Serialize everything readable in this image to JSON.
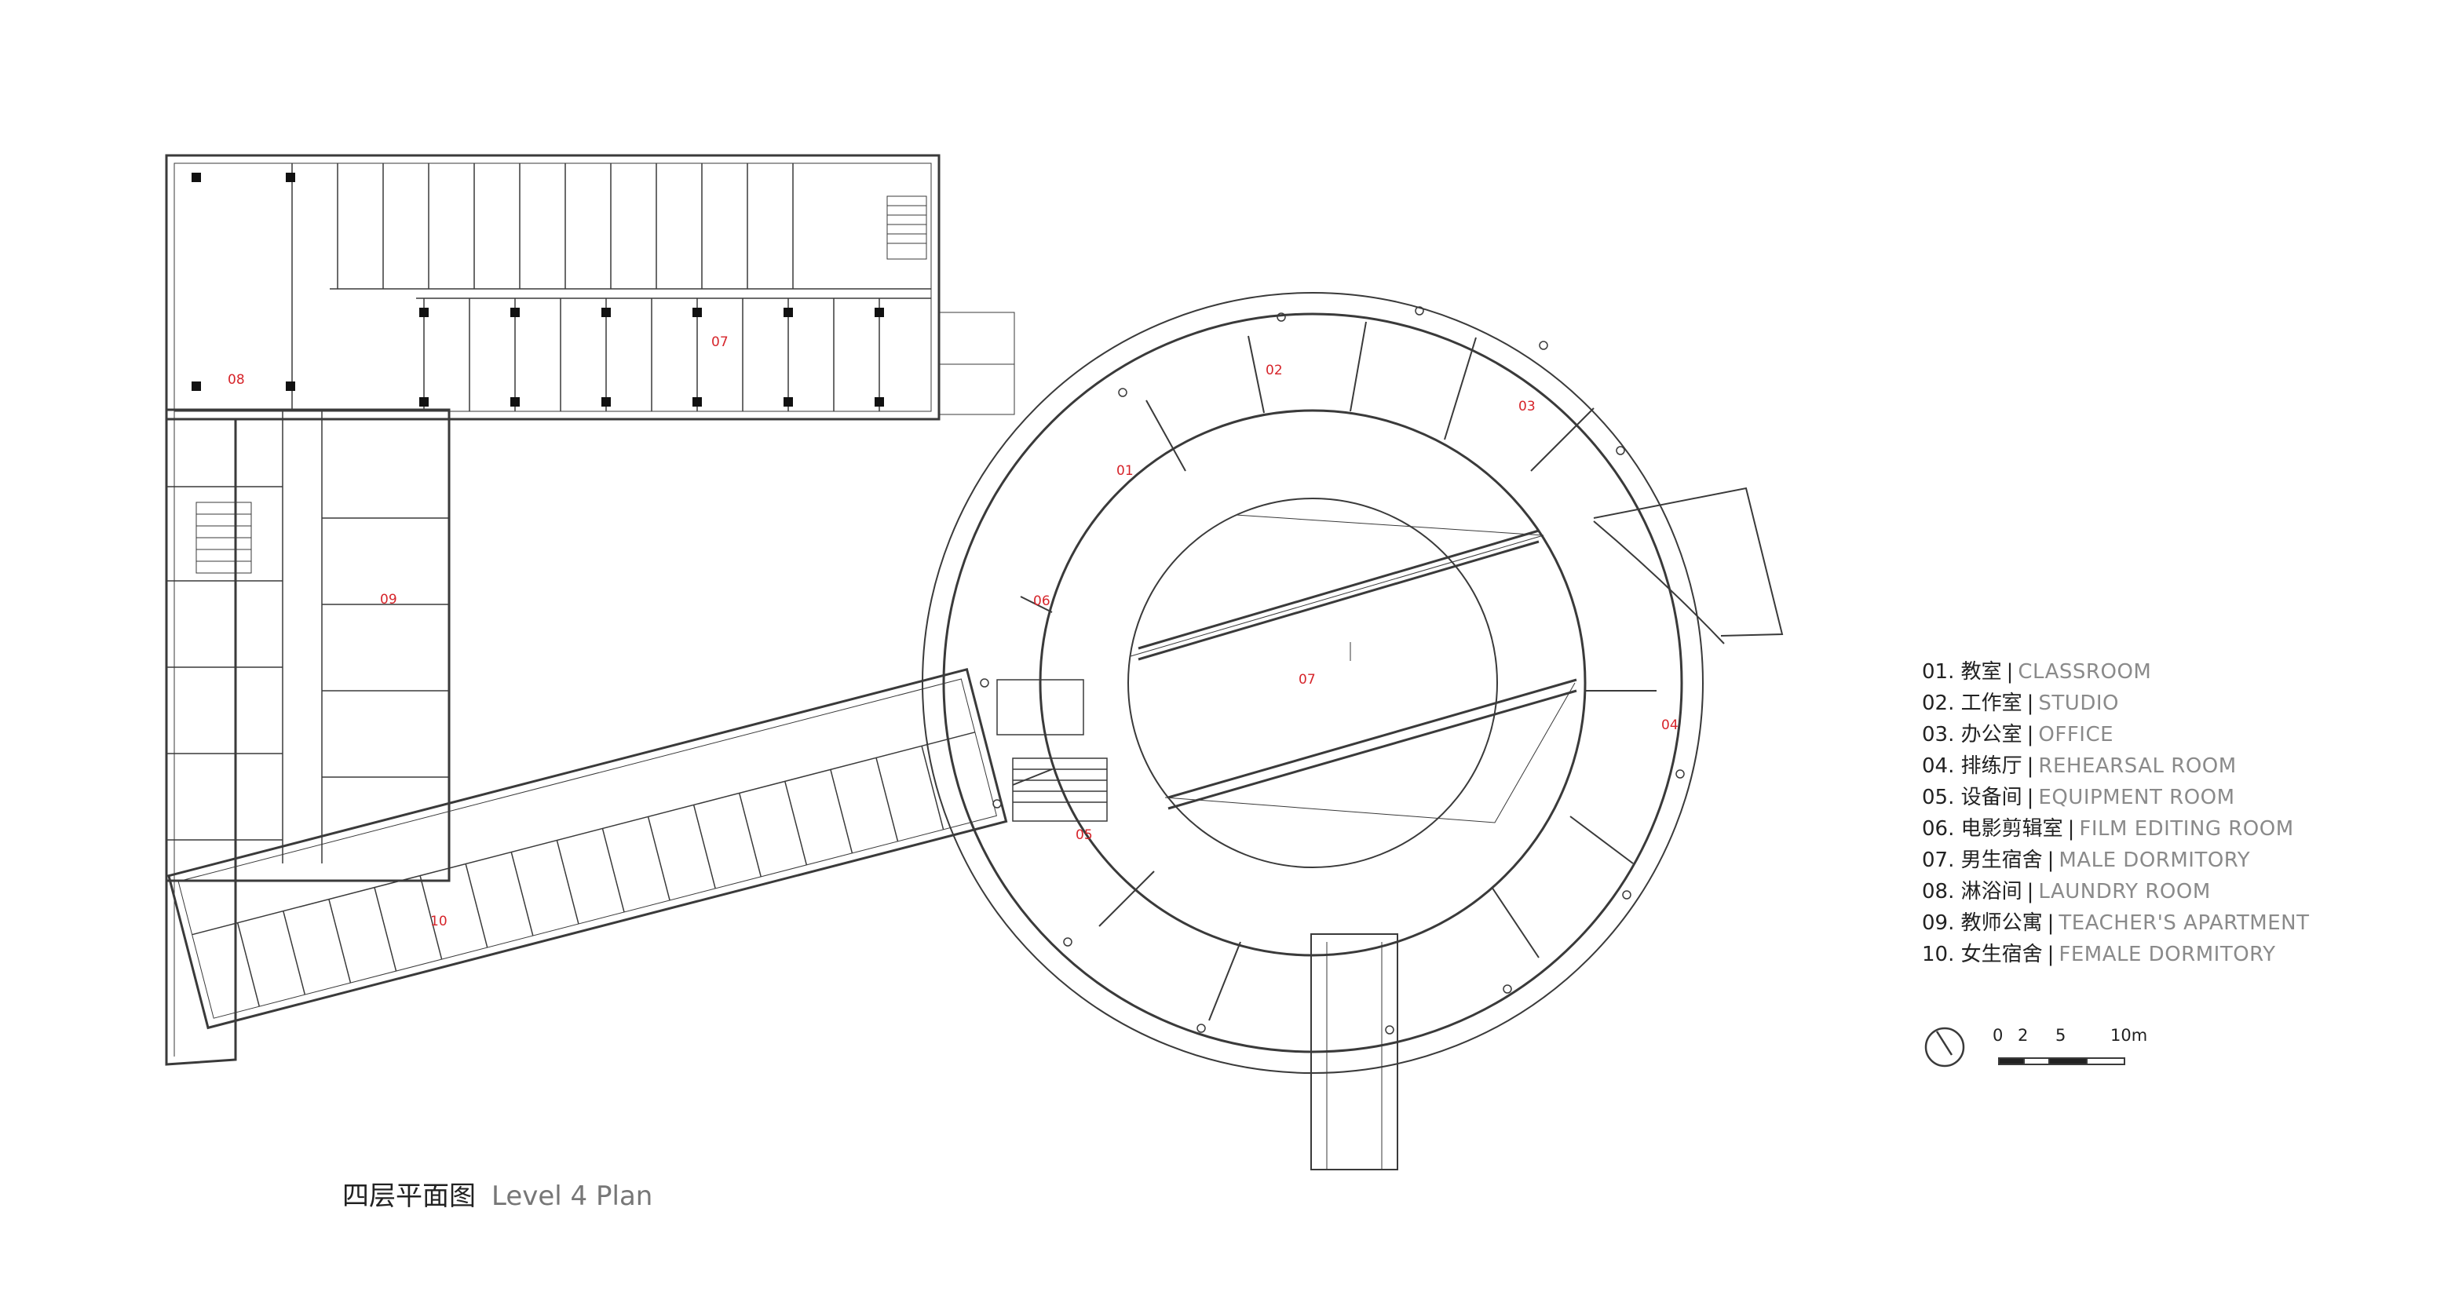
{
  "drawing": {
    "caption_zh": "四层平面图",
    "caption_en": "Level 4 Plan",
    "stroke_color": "#3a3a3a",
    "label_color": "#d6242a",
    "room_labels": {
      "wing_north": "07",
      "laundry": "08",
      "apartment": "09",
      "wing_south": "10",
      "ring_classroom": "01",
      "ring_studio": "02",
      "ring_office": "03",
      "ring_rehearsal": "04",
      "ring_equipment": "05",
      "ring_film": "06",
      "courtyard": "07"
    }
  },
  "legend": [
    {
      "num": "01.",
      "zh": "教室",
      "en": "CLASSROOM"
    },
    {
      "num": "02.",
      "zh": "工作室",
      "en": "STUDIO"
    },
    {
      "num": "03.",
      "zh": "办公室",
      "en": "OFFICE"
    },
    {
      "num": "04.",
      "zh": "排练厅",
      "en": "REHEARSAL ROOM"
    },
    {
      "num": "05.",
      "zh": "设备间",
      "en": "EQUIPMENT ROOM"
    },
    {
      "num": "06.",
      "zh": "电影剪辑室",
      "en": "FILM EDITING ROOM"
    },
    {
      "num": "07.",
      "zh": "男生宿舍",
      "en": "MALE DORMITORY"
    },
    {
      "num": "08.",
      "zh": "淋浴间",
      "en": "LAUNDRY ROOM"
    },
    {
      "num": "09.",
      "zh": "教师公寓",
      "en": "TEACHER'S APARTMENT"
    },
    {
      "num": "10.",
      "zh": "女生宿舍",
      "en": "FEMALE DORMITORY"
    }
  ],
  "legend_separator": "|",
  "scale_bar": {
    "ticks": [
      "0",
      "2",
      "5",
      "10m"
    ]
  }
}
